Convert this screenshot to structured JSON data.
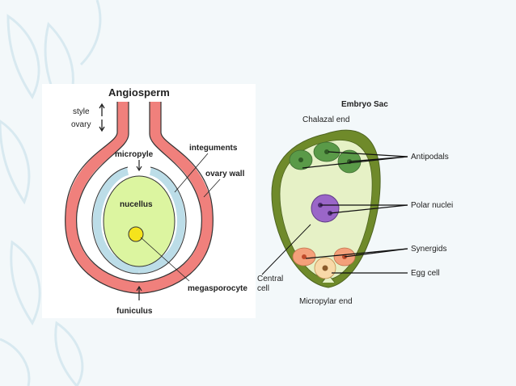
{
  "angiosperm": {
    "title": "Angiosperm",
    "labels": {
      "style": "style",
      "ovary": "ovary",
      "micropyle": "micropyle",
      "integuments": "integuments",
      "ovary_wall": "ovary wall",
      "nucellus": "nucellus",
      "megasporocyte": "megasporocyte",
      "funiculus": "funiculus"
    },
    "colors": {
      "ovary_wall": "#f0807c",
      "integument": "#bcdde8",
      "nucellus": "#dcf5a0",
      "megasporocyte": "#f5e31c"
    }
  },
  "embryo_sac": {
    "title": "Embryo Sac",
    "labels": {
      "chalazal_end": "Chalazal end",
      "antipodals": "Antipodals",
      "polar_nuclei": "Polar nuclei",
      "synergids": "Synergids",
      "egg_cell": "Egg cell",
      "central_cell_1": "Central",
      "central_cell_2": "cell",
      "micropylar_end": "Micropylar end"
    },
    "colors": {
      "outer_wall": "#6f8a2a",
      "sac_fill": "#e6f1c6",
      "antipodals": "#5a9a48",
      "polar_nuclei": "#9a66c8",
      "synergids": "#f4a07a",
      "egg_cell": "#f8d9a8"
    }
  }
}
